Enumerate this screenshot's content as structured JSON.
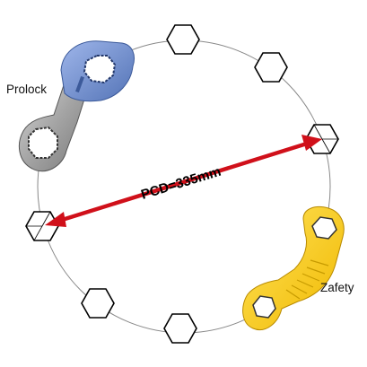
{
  "pcd_label": "PCD=335mm",
  "labels": {
    "prolock": "Prolock",
    "zafety": "Zafety"
  },
  "colors": {
    "circle": "#888888",
    "nut_stroke": "#000000",
    "arrow": "#d0101a",
    "prolock_blue": "#6f8fd0",
    "prolock_steel": "#a9a9a9",
    "zafety_yellow": "#ffd21a"
  }
}
